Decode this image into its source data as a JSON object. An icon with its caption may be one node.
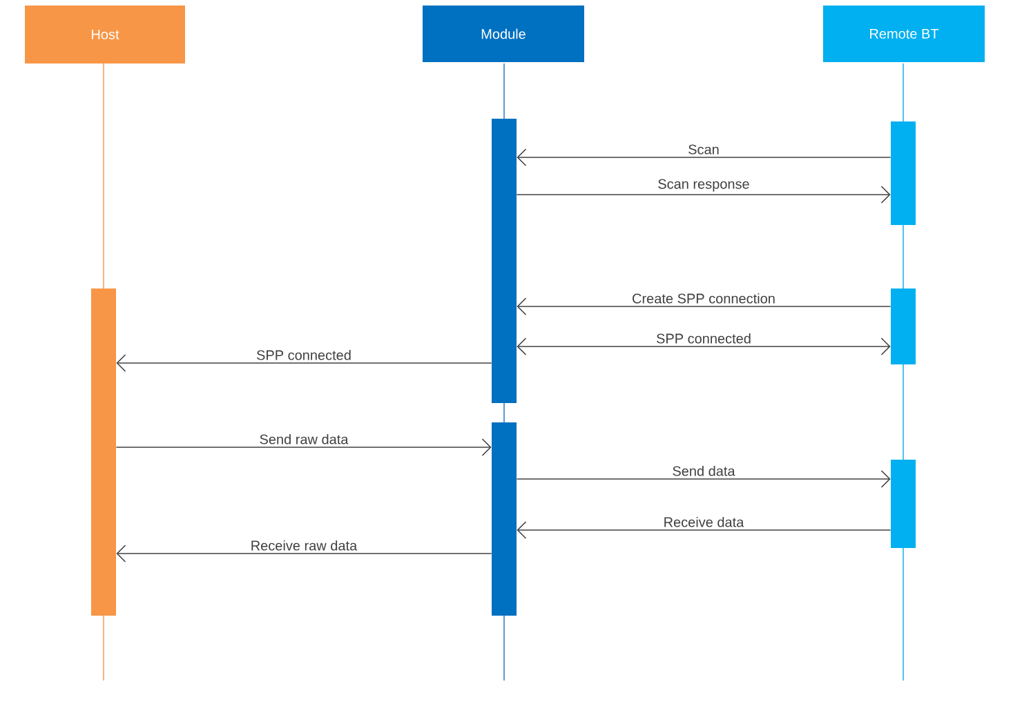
{
  "diagram": {
    "nodes": [
      {
        "text": [
          "Host"
        ]
      },
      {
        "text": [
          "Module"
        ]
      },
      {
        "text": [
          "Remote BT"
        ]
      },
      {
        "text": [],
        "shape": "bar"
      },
      {
        "text": [],
        "shape": "bar"
      },
      {
        "text": [],
        "shape": "bar"
      },
      {
        "text": [],
        "shape": "bar"
      },
      {
        "text": [],
        "shape": "bar"
      },
      {
        "text": [],
        "shape": "bar"
      }
    ],
    "edges": [
      {
        "from": 4,
        "to": 3,
        "arrow": "to",
        "label": "Scan"
      },
      {
        "from": 3,
        "to": 4,
        "arrow": "to",
        "label": "Scan response"
      },
      {
        "from": 6,
        "to": 3,
        "arrow": "to",
        "label": "Create SPP connection"
      },
      {
        "from": 3,
        "to": 6,
        "arrow": "both",
        "label": "SPP connected"
      },
      {
        "from": 3,
        "to": 5,
        "arrow": "to",
        "label": "SPP connected"
      },
      {
        "from": 5,
        "to": 7,
        "arrow": "to",
        "label": "Send raw data"
      },
      {
        "from": 7,
        "to": 8,
        "arrow": "to",
        "label": "Send data"
      },
      {
        "from": 8,
        "to": 7,
        "arrow": "to",
        "label": "Receive data"
      },
      {
        "from": 7,
        "to": 5,
        "arrow": "to",
        "label": "Receive raw data"
      }
    ]
  }
}
